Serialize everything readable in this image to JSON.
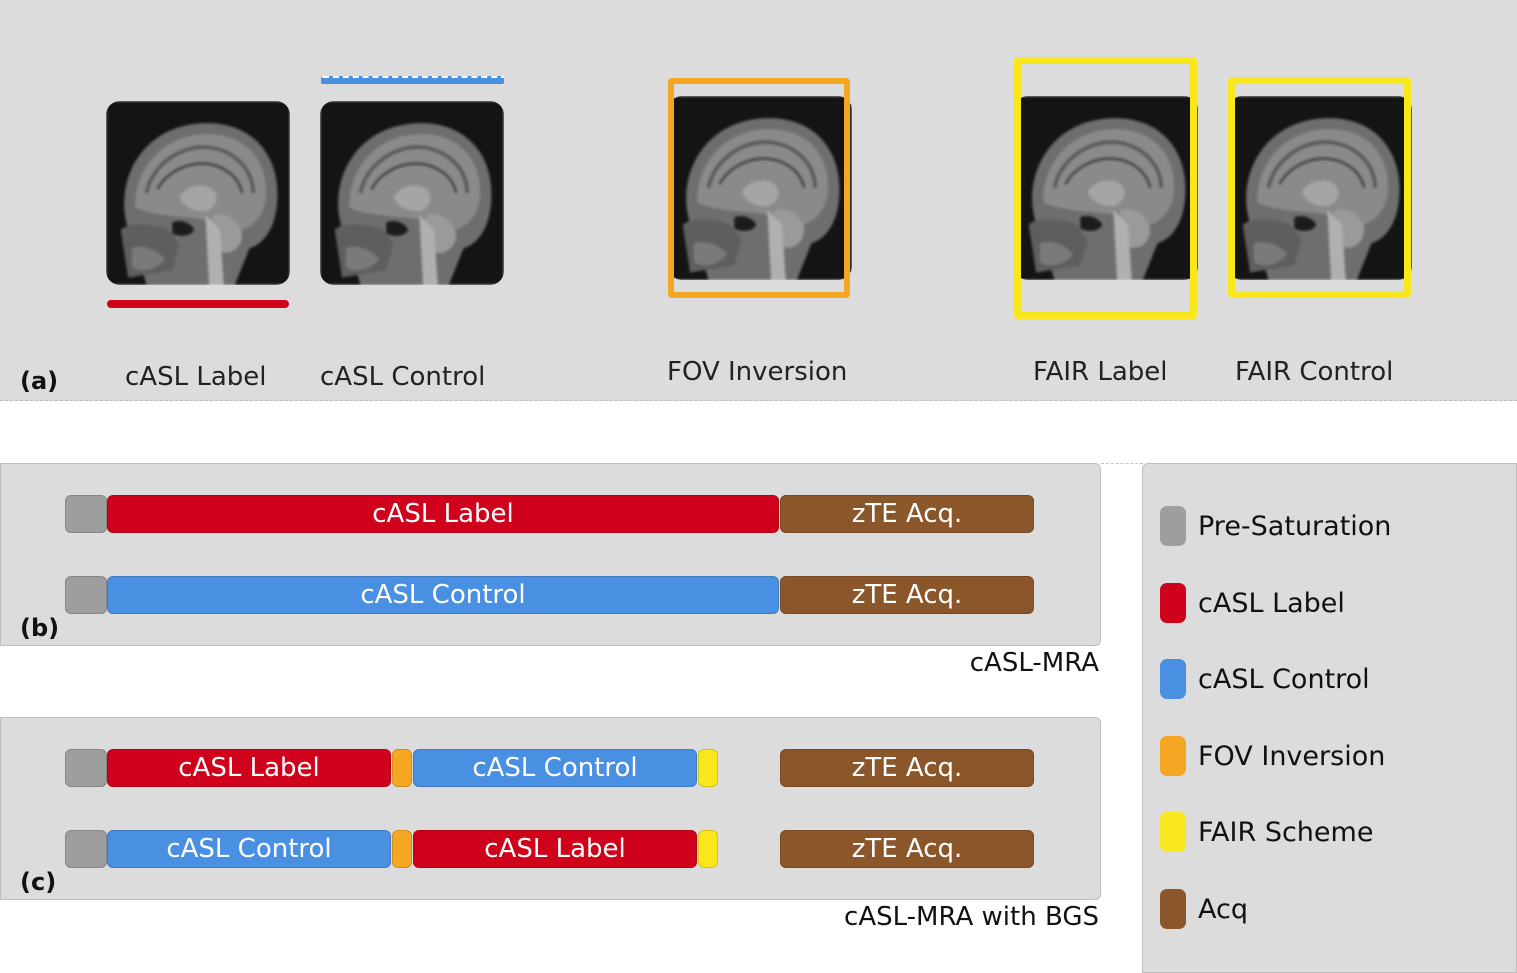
{
  "panel_a": {
    "label": "(a)",
    "captions": [
      "cASL Label",
      "cASL Control",
      "FOV Inversion",
      "FAIR Label",
      "FAIR Control"
    ]
  },
  "panel_b": {
    "label": "(b)",
    "caption": "cASL-MRA",
    "rows": [
      {
        "label": "cASL Label",
        "acq": "zTE Acq."
      },
      {
        "label": "cASL Control",
        "acq": "zTE Acq."
      }
    ]
  },
  "panel_c": {
    "label": "(c)",
    "caption": "cASL-MRA with BGS",
    "rows": [
      {
        "first": "cASL Label",
        "second": "cASL Control",
        "acq": "zTE Acq."
      },
      {
        "first": "cASL Control",
        "second": "cASL Label",
        "acq": "zTE Acq."
      }
    ]
  },
  "legend": [
    {
      "label": "Pre-Saturation",
      "color": "#9e9e9e"
    },
    {
      "label": "cASL Label",
      "color": "#d0021b"
    },
    {
      "label": "cASL Control",
      "color": "#4a90e2"
    },
    {
      "label": "FOV Inversion",
      "color": "#f5a623"
    },
    {
      "label": "FAIR Scheme",
      "color": "#f8e71c"
    },
    {
      "label": "Acq",
      "color": "#8b572a"
    }
  ],
  "colors": {
    "presat": "#9e9e9e",
    "label": "#d0021b",
    "control": "#4a90e2",
    "fov": "#f5a623",
    "fair": "#f8e71c",
    "acq": "#8b572a"
  }
}
